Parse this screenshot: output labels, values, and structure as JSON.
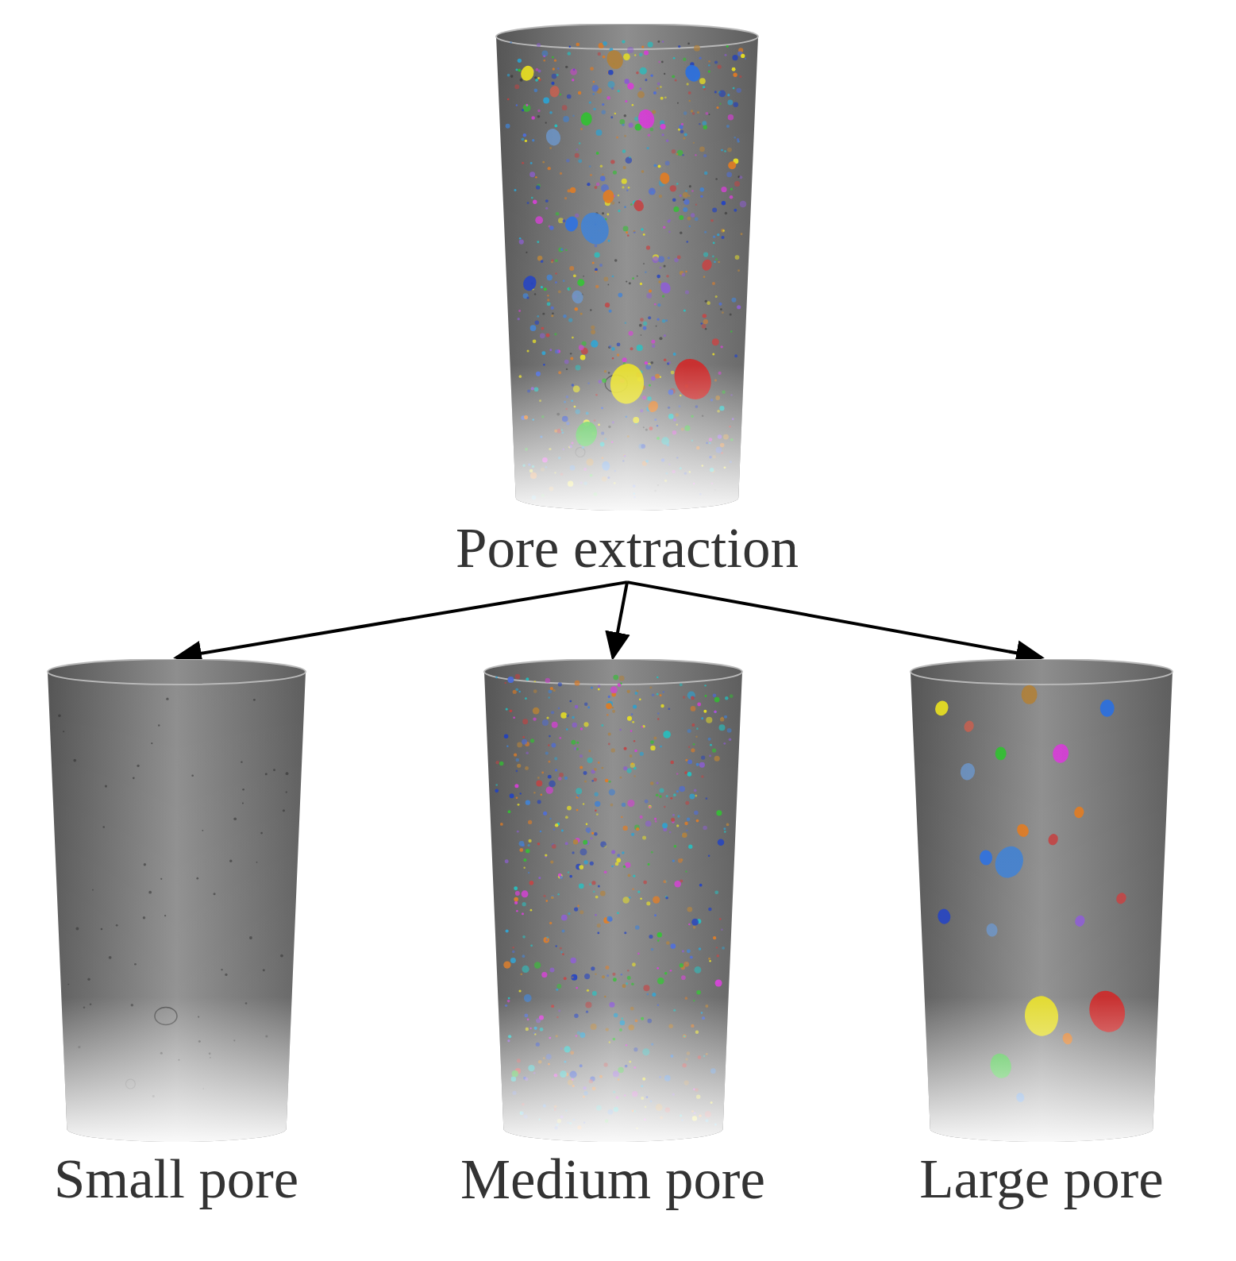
{
  "diagram": {
    "nodes": [
      {
        "text": [
          "Pore extraction"
        ]
      },
      {
        "text": [
          "Small pore"
        ]
      },
      {
        "text": [
          "Medium pore"
        ]
      },
      {
        "text": [
          "Large pore"
        ]
      }
    ],
    "edges": [
      {
        "from": 0,
        "to": 1,
        "arrow": "to"
      },
      {
        "from": 0,
        "to": 2,
        "arrow": "to"
      },
      {
        "from": 0,
        "to": 3,
        "arrow": "to"
      }
    ]
  }
}
